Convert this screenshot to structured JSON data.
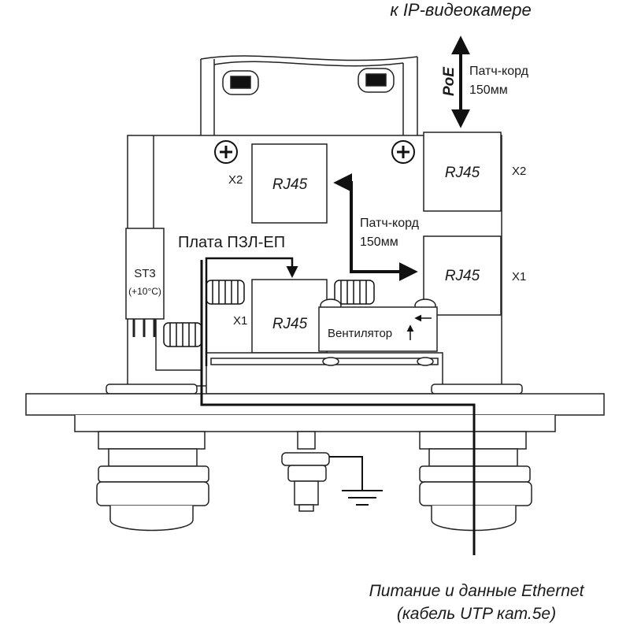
{
  "top_label": "к IP-видеокамере",
  "poe_label": "PoE",
  "patch_cord_top": {
    "line1": "Патч-корд",
    "line2": "150мм"
  },
  "patch_cord_mid": {
    "line1": "Патч-корд",
    "line2": "150мм"
  },
  "connectors": {
    "rj45_upper_left": {
      "label": "RJ45",
      "port": "X2"
    },
    "rj45_upper_right": {
      "label": "RJ45",
      "port": "X2"
    },
    "rj45_mid_right": {
      "label": "RJ45",
      "port": "X1"
    },
    "rj45_board": {
      "label": "RJ45",
      "port": "X1"
    }
  },
  "board_label": "Плата ПЗЛ-ЕП",
  "st3": {
    "name": "ST3",
    "temp": "(+10°C)"
  },
  "fan_label": "Вентилятор",
  "bottom_label": {
    "line1": "Питание и данные Ethernet",
    "line2": "(кабель UTP кат.5е)"
  }
}
